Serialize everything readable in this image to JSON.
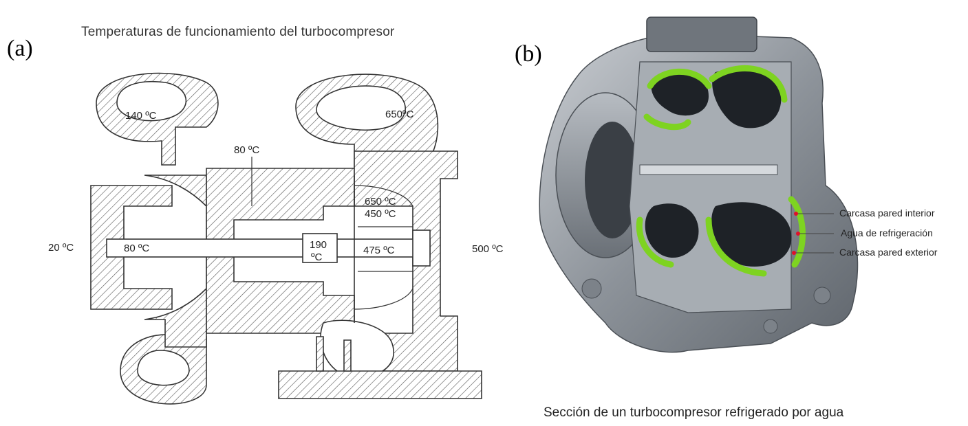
{
  "panel_a": {
    "letter": "(a)",
    "title": "Temperaturas de funcionamiento del turbocompresor",
    "temps": {
      "inlet": "20 ºC",
      "compressor_volute": "140 ºC",
      "bearing_housing": "80 ºC",
      "shaft_compressor_side": "80 ºC",
      "turbine_volute": "650ºC",
      "turbine_inlet_a": "650 ºC",
      "turbine_inlet_b": "450 ºC",
      "shaft_center_a": "190",
      "shaft_center_b": "ºC",
      "turbine_wheel": "475 ºC",
      "outlet": "500 ºC"
    }
  },
  "panel_b": {
    "letter": "(b)",
    "callouts": {
      "inner_wall": "Carcasa pared interior",
      "coolant": "Agua de refrigeración",
      "outer_wall": "Carcasa pared exterior"
    },
    "caption": "Sección de un turbocompresor refrigerado por agua"
  },
  "colors": {
    "coolant_green": "#7ed321",
    "callout_dot": "#e0102a",
    "metal": "#9aa0a6"
  }
}
